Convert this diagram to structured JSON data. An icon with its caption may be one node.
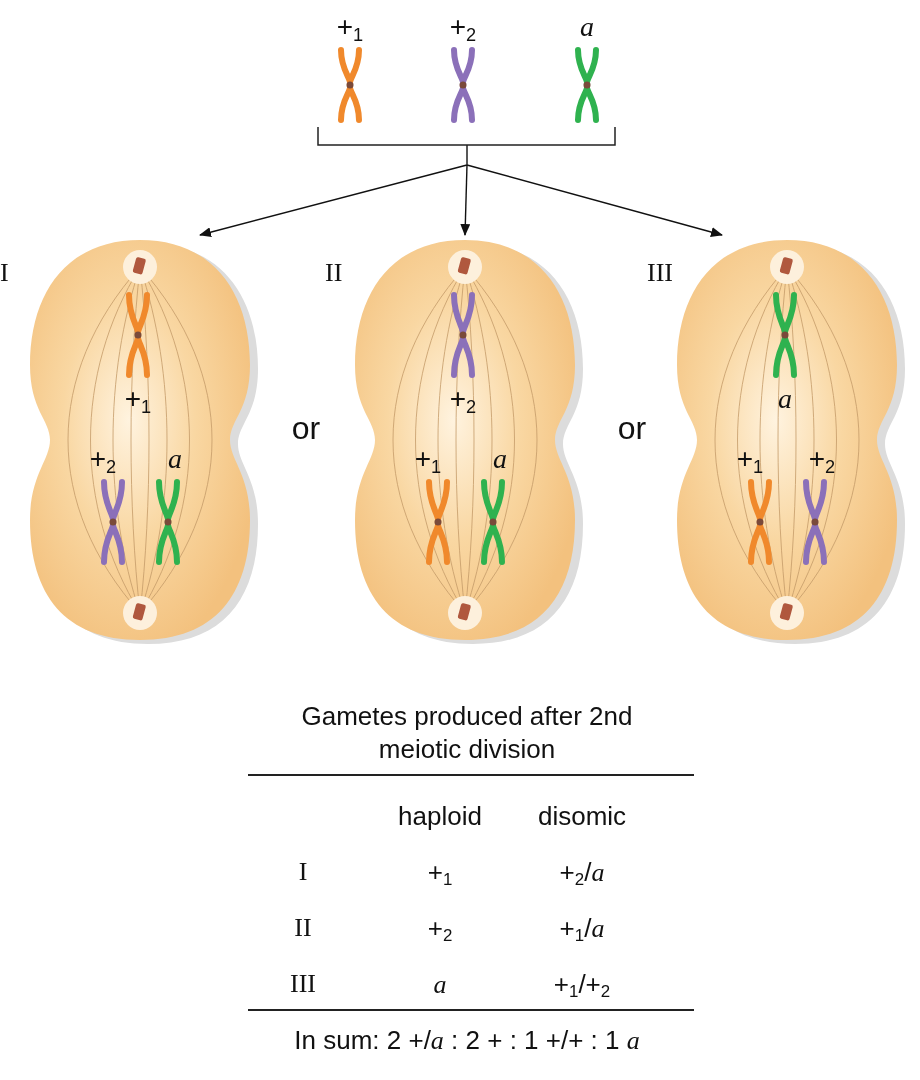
{
  "diagram": {
    "nodes": [
      {
        "text": [
          "+$_{1}$",
          "+$_{2}$",
          "*a*"
        ]
      },
      {
        "text": [
          "I",
          "+$_{1}$",
          "+$_{2}$",
          "*a*"
        ]
      },
      {
        "text": [
          "II",
          "+$_{2}$",
          "+$_{1}$",
          "*a*"
        ]
      },
      {
        "text": [
          "III",
          "*a*",
          "+$_{1}$",
          "+$_{2}$"
        ]
      }
    ],
    "edges": [
      {
        "from": 0,
        "to": 1,
        "arrow": "to"
      },
      {
        "from": 0,
        "to": 2,
        "arrow": "to"
      },
      {
        "from": 0,
        "to": 3,
        "arrow": "to"
      }
    ],
    "labels": [
      "or",
      "or",
      "Gametes produced after 2nd meiotic division",
      "haploid",
      "disomic",
      "I",
      "+$_{1}$",
      "+$_{2}$/*a*",
      "II",
      "+$_{2}$",
      "+$_{1}$/*a*",
      "III",
      "*a*",
      "+$_{1}$/+$_{2}$",
      "In sum: 2 +/*a* : 2 + : 1 +/+ : 1 *a*"
    ]
  }
}
